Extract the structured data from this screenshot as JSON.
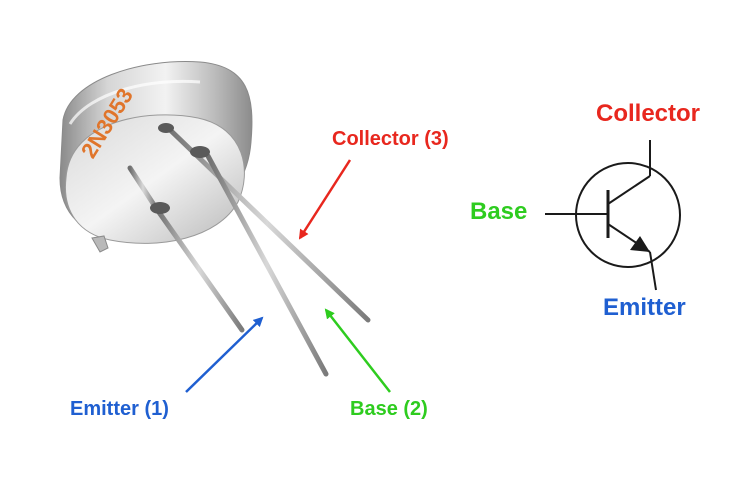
{
  "component": {
    "part_number": "2N3053",
    "part_number_color": "#e0752b"
  },
  "pin_labels": {
    "collector": "Collector (3)",
    "base": "Base (2)",
    "emitter": "Emitter (1)"
  },
  "symbol_labels": {
    "collector": "Collector",
    "base": "Base",
    "emitter": "Emitter"
  },
  "colors": {
    "collector": "#e8271e",
    "base": "#2ecc1f",
    "emitter": "#1f5fd1",
    "symbol_stroke": "#1a1a1a"
  }
}
